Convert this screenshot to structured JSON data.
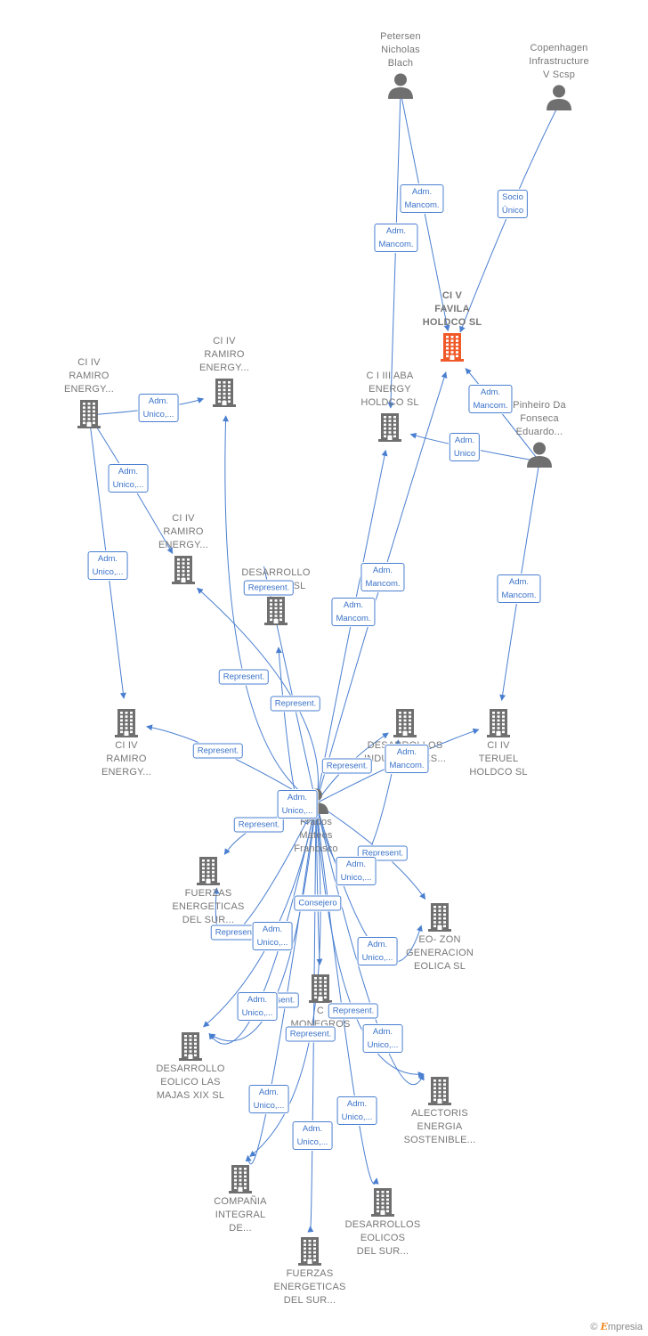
{
  "colors": {
    "edge": "#4a7fd0",
    "building": "#6f6f6f",
    "focus": "#f05a28",
    "person": "#6f6f6f"
  },
  "nodes": [
    {
      "id": "petersen",
      "type": "person",
      "label": "Petersen\nNicholas\nBlach"
    },
    {
      "id": "copenhagen",
      "type": "person",
      "label": "Copenhagen\nInfrastructure\nV Scsp"
    },
    {
      "id": "ciVfavila",
      "type": "company-focus",
      "label": "CI V\nFAVILA\nHOLDCO  SL"
    },
    {
      "id": "ciIIIaba",
      "type": "company",
      "label": "C I III ABA\nENERGY\nHOLDCO  SL"
    },
    {
      "id": "pinheiro",
      "type": "person",
      "label": "Pinheiro Da\nFonseca\nEduardo..."
    },
    {
      "id": "ramiro1",
      "type": "company",
      "label": "CI IV\nRAMIRO\nENERGY..."
    },
    {
      "id": "ramiro2",
      "type": "company",
      "label": "CI IV\nRAMIRO\nENERGY..."
    },
    {
      "id": "ramiro3",
      "type": "company",
      "label": "CI IV\nRAMIRO\nENERGY..."
    },
    {
      "id": "ramiro4",
      "type": "company",
      "label": "CI IV\nRAMIRO\nENERGY..."
    },
    {
      "id": "muga",
      "type": "company",
      "label": "DESARROLLO\nLA MUGA SL"
    },
    {
      "id": "desindustriales",
      "type": "company",
      "label": "DESARROLLOS\nINDUSTRIALES..."
    },
    {
      "id": "teruel",
      "type": "company",
      "label": "CI IV\nTERUEL\nHOLDCO  SL"
    },
    {
      "id": "prados",
      "type": "person",
      "label": "Prados\nMateos\nFrancisco"
    },
    {
      "id": "fuerzas1",
      "type": "company",
      "label": "FUERZAS\nENERGETICAS\nDEL SUR..."
    },
    {
      "id": "eozon",
      "type": "company",
      "label": "EO- ZON\nGENERACION\nEOLICA  SL"
    },
    {
      "id": "monegros",
      "type": "company",
      "label": "C\nMONEGROS"
    },
    {
      "id": "majas",
      "type": "company",
      "label": "DESARROLLO\nEOLICO LAS\nMAJAS XIX  SL"
    },
    {
      "id": "alectoris",
      "type": "company",
      "label": "ALECTORIS\nENERGIA\nSOSTENIBLE..."
    },
    {
      "id": "compania",
      "type": "company",
      "label": "COMPAÑIA\nINTEGRAL\nDE..."
    },
    {
      "id": "deseolicos",
      "type": "company",
      "label": "DESARROLLOS\nEOLICOS\nDEL SUR..."
    },
    {
      "id": "fuerzas2",
      "type": "company",
      "label": "FUERZAS\nENERGETICAS\nDEL SUR..."
    }
  ],
  "edges": [
    {
      "from": "petersen",
      "to": "ciVfavila",
      "label": "Adm.\nMancom."
    },
    {
      "from": "petersen",
      "to": "ciIIIaba",
      "label": "Adm.\nMancom."
    },
    {
      "from": "copenhagen",
      "to": "ciVfavila",
      "label": "Socio\nÚnico"
    },
    {
      "from": "pinheiro",
      "to": "ciVfavila",
      "label": "Adm.\nMancom."
    },
    {
      "from": "pinheiro",
      "to": "ciIIIaba",
      "label": "Adm.\nUnico"
    },
    {
      "from": "pinheiro",
      "to": "teruel",
      "label": "Adm.\nMancom."
    },
    {
      "from": "ramiro1",
      "to": "ramiro2",
      "label": "Adm.\nUnico,..."
    },
    {
      "from": "ramiro1",
      "to": "ramiro3",
      "label": "Adm.\nUnico,..."
    },
    {
      "from": "ramiro1",
      "to": "ramiro4",
      "label": "Adm.\nUnico,..."
    },
    {
      "from": "prados",
      "to": "ciVfavila",
      "label": "Adm.\nMancom."
    },
    {
      "from": "prados",
      "to": "ciIIIaba",
      "label": "Adm.\nMancom."
    },
    {
      "from": "prados",
      "to": "ramiro2",
      "label": "Represent."
    },
    {
      "from": "prados",
      "to": "ramiro3",
      "label": "Represent."
    },
    {
      "from": "prados",
      "to": "muga",
      "label": "Represent."
    },
    {
      "from": "prados",
      "to": "ramiro4",
      "label": "Represent."
    },
    {
      "from": "prados",
      "to": "desindustriales",
      "label": "Represent."
    },
    {
      "from": "prados",
      "to": "teruel",
      "label": "Adm.\nMancom."
    },
    {
      "from": "prados",
      "to": "fuerzas1",
      "label": "Represent."
    },
    {
      "from": "prados",
      "to": "muga",
      "label": "Adm.\nUnico,..."
    },
    {
      "from": "prados",
      "to": "eozon",
      "label": "Represent."
    },
    {
      "from": "prados",
      "to": "desindustriales",
      "label": "Adm.\nUnico,..."
    },
    {
      "from": "prados",
      "to": "monegros",
      "label": "Consejero"
    },
    {
      "from": "prados",
      "to": "fuerzas1",
      "label": "Represent."
    },
    {
      "from": "prados",
      "to": "majas",
      "label": "Adm.\nUnico,..."
    },
    {
      "from": "prados",
      "to": "eozon",
      "label": "Adm.\nUnico,..."
    },
    {
      "from": "prados",
      "to": "majas",
      "label": "Represent."
    },
    {
      "from": "prados",
      "to": "alectoris",
      "label": "Represent."
    },
    {
      "from": "prados",
      "to": "majas",
      "label": "Adm.\nUnico,..."
    },
    {
      "from": "prados",
      "to": "compania",
      "label": "Represent."
    },
    {
      "from": "prados",
      "to": "alectoris",
      "label": "Adm.\nUnico,..."
    },
    {
      "from": "prados",
      "to": "compania",
      "label": "Adm.\nUnico,..."
    },
    {
      "from": "prados",
      "to": "deseolicos",
      "label": "Adm.\nUnico,..."
    },
    {
      "from": "prados",
      "to": "fuerzas2",
      "label": "Adm.\nUnico,..."
    }
  ],
  "brand": {
    "copyright": "©",
    "initial": "E",
    "name": "mpresia"
  }
}
